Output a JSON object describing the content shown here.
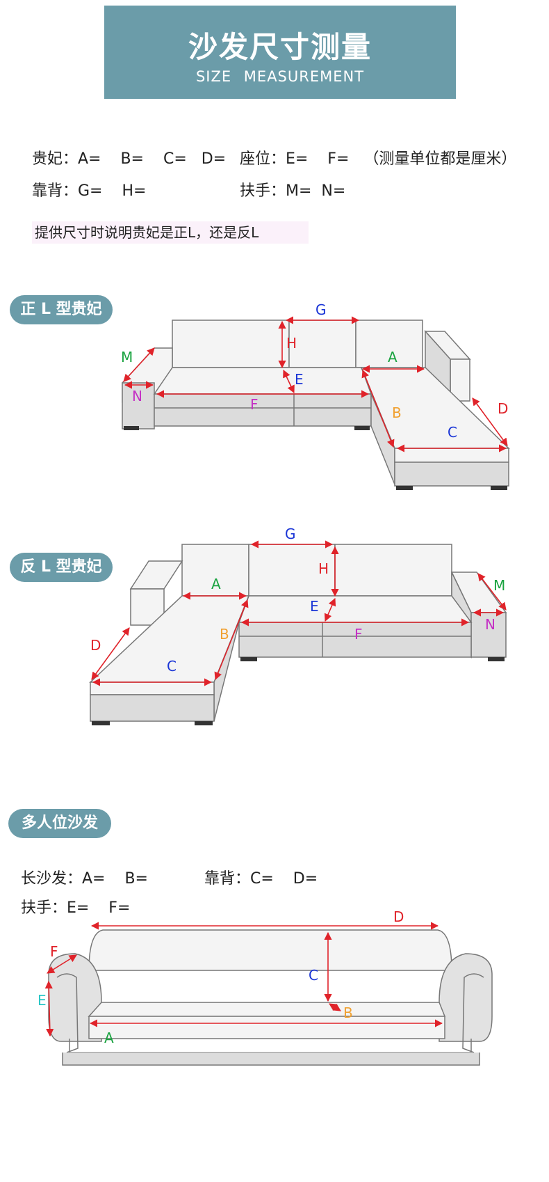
{
  "header": {
    "title": "沙发尺寸测量",
    "subtitle": "SIZE   MEASUREMENT"
  },
  "measure": {
    "row1_a": "贵妃：A=    B=    C=   D=",
    "row1_b": "座位：E=    F=   （测量单位都是厘米）",
    "row2_a": "靠背：G=    H=",
    "row2_b": "扶手：M=  N=",
    "note": "提供尺寸时说明贵妃是正L，还是反L"
  },
  "sections": {
    "left_l": "正 L 型贵妃",
    "right_l": "反 L 型贵妃",
    "multi": "多人位沙发"
  },
  "multi": {
    "row1_a": "长沙发：A=    B=",
    "row1_b": "靠背：C=    D=",
    "row2": "扶手：E=    F="
  },
  "labels": {
    "A": "A",
    "B": "B",
    "C": "C",
    "D": "D",
    "E": "E",
    "F": "F",
    "G": "G",
    "H": "H",
    "M": "M",
    "N": "N"
  },
  "colors": {
    "banner": "#6b9ca9",
    "arrow": "#e0232a",
    "label_green": "#1aa340",
    "label_blue": "#1a35d6",
    "label_red": "#e0232a",
    "label_orange": "#f0a030",
    "label_magenta": "#c42fc4",
    "label_cyan": "#28c6c6",
    "sofa_fill": "#f4f4f4",
    "sofa_side": "#dcdcdc",
    "sofa_line": "#777777"
  }
}
